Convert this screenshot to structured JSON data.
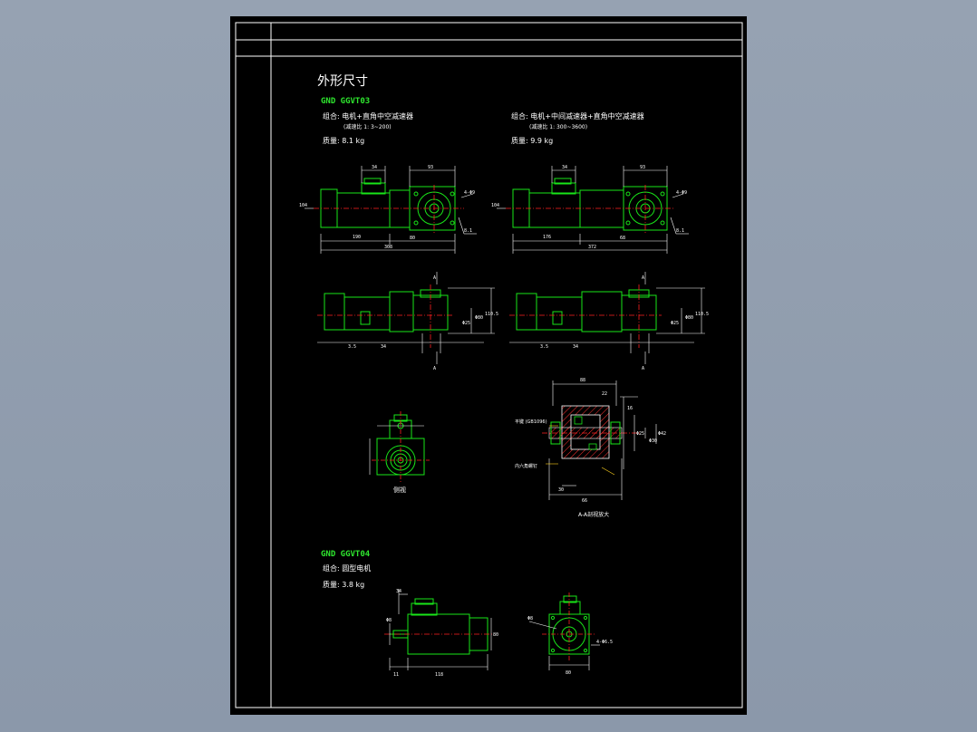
{
  "sheet_title": "外形尺寸",
  "colors": {
    "background": "#000000",
    "frame": "#ffffff",
    "model_outline": "#19e619",
    "centerline": "#ff2020",
    "hatch": "#ff3030",
    "dimension": "#ffffff",
    "leader": "#ffd21e",
    "heading": "#2ee62e"
  },
  "section_a": {
    "model": "GND GGVT03",
    "combo": "组合: 电机+直角中空减速器",
    "ratio": "(减速比 1: 3~200)",
    "weight": "质量: 8.1 kg"
  },
  "section_b": {
    "combo": "组合: 电机+中间减速器+直角中空减速器",
    "ratio": "(减速比 1: 300~3600)",
    "weight": "质量: 9.9 kg"
  },
  "section_c": {
    "model": "GND GGVT04",
    "combo": "组合: 圆型电机",
    "weight": "质量: 3.8 kg"
  },
  "view_labels": {
    "front_view": "侧视",
    "section_view": "A-A剖视放大",
    "key_note": "平键 (GB1096)",
    "bolt_note": "内六角螺钉"
  },
  "dims": {
    "top_left": [
      "34",
      "190",
      "80",
      "93",
      "308",
      "104",
      "8.1",
      "4-Φ9"
    ],
    "top_right": [
      "34",
      "176",
      "68",
      "93",
      "372",
      "104",
      "8.1",
      "4-Φ9"
    ],
    "mid": [
      "Φ25",
      "Φ80",
      "110.5",
      "34",
      "3.5",
      "A",
      "A"
    ],
    "section": [
      "88",
      "22",
      "16",
      "Φ25",
      "Φ30",
      "Φ42",
      "30",
      "66"
    ],
    "bottom": [
      "Φ8",
      "80",
      "34",
      "118",
      "11",
      "80",
      "4-Φ6.5"
    ]
  }
}
